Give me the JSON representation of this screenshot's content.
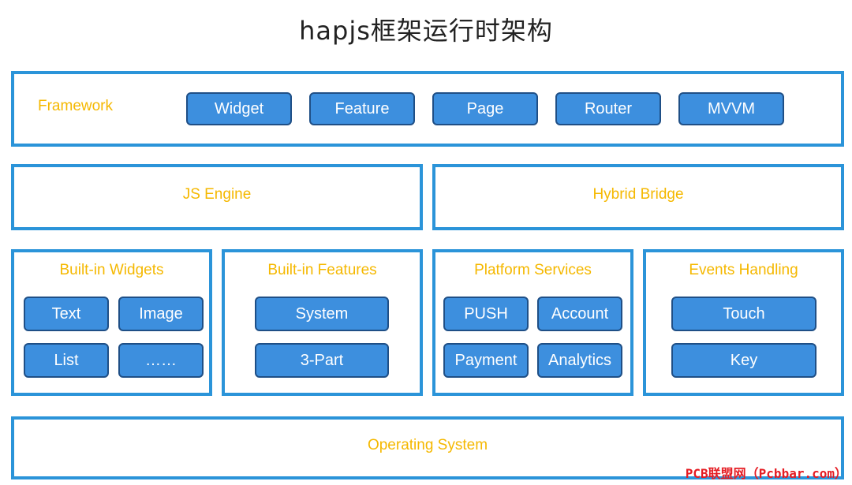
{
  "title": "hapjs框架运行时架构",
  "framework": {
    "label": "Framework",
    "items": [
      "Widget",
      "Feature",
      "Page",
      "Router",
      "MVVM"
    ]
  },
  "js_engine": {
    "label": "JS Engine"
  },
  "hybrid_bridge": {
    "label": "Hybrid Bridge"
  },
  "builtin_widgets": {
    "label": "Built-in Widgets",
    "items": [
      "Text",
      "Image",
      "List",
      "……"
    ]
  },
  "builtin_features": {
    "label": "Built-in Features",
    "items": [
      "System",
      "3-Part"
    ]
  },
  "platform_services": {
    "label": "Platform Services",
    "items": [
      "PUSH",
      "Account",
      "Payment",
      "Analytics"
    ]
  },
  "events_handling": {
    "label": "Events Handling",
    "items": [
      "Touch",
      "Key"
    ]
  },
  "operating_system": {
    "label": "Operating System"
  },
  "watermark": "PCB联盟网（Pcbbar.com）",
  "colors": {
    "border": "#2b94d9",
    "label": "#f5b800",
    "button_fill": "#3d8fde",
    "button_border": "#1f4f86",
    "watermark": "#e51c23"
  }
}
